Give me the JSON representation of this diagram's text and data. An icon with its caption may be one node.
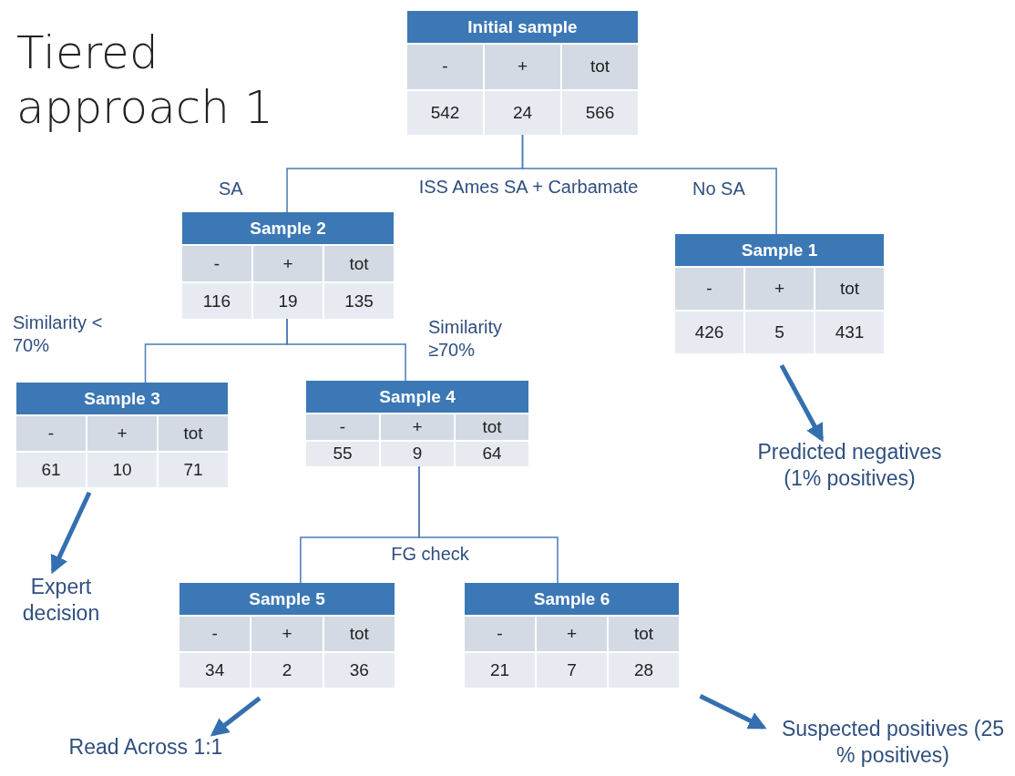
{
  "diagram": {
    "title": "Tiered approach 1",
    "nodes": [
      {
        "text": [
          "Initial sample",
          "-",
          "+",
          "tot",
          "542",
          "24",
          "566"
        ]
      },
      {
        "text": [
          "Sample 2",
          "-",
          "+",
          "tot",
          "116",
          "19",
          "135"
        ]
      },
      {
        "text": [
          "Sample 1",
          "-",
          "+",
          "tot",
          "426",
          "5",
          "431"
        ]
      },
      {
        "text": [
          "Sample 3",
          "-",
          "+",
          "tot",
          "61",
          "10",
          "71"
        ]
      },
      {
        "text": [
          "Sample 4",
          "-",
          "+",
          "tot",
          "55",
          "9",
          "64"
        ]
      },
      {
        "text": [
          "Sample 5",
          "-",
          "+",
          "tot",
          "34",
          "2",
          "36"
        ]
      },
      {
        "text": [
          "Sample 6",
          "-",
          "+",
          "tot",
          "21",
          "7",
          "28"
        ]
      },
      {
        "text": [
          "Predicted negatives (1% positives)"
        ]
      },
      {
        "text": [
          "Expert decision"
        ]
      },
      {
        "text": [
          "Read Across 1:1"
        ]
      },
      {
        "text": [
          "Suspected positives (25 % positives)"
        ]
      }
    ],
    "edges": [
      {
        "from": 0,
        "to": 1,
        "arrow": "none",
        "label": "SA"
      },
      {
        "from": 0,
        "to": 2,
        "arrow": "none",
        "label": "No SA"
      },
      {
        "from": 1,
        "to": 3,
        "arrow": "none",
        "label": "Similarity < 70%"
      },
      {
        "from": 1,
        "to": 4,
        "arrow": "none",
        "label": "Similarity ≥70%"
      },
      {
        "from": 4,
        "to": 5,
        "arrow": "none"
      },
      {
        "from": 4,
        "to": 6,
        "arrow": "none"
      },
      {
        "from": 2,
        "to": 7,
        "arrow": "to",
        "style": "thick"
      },
      {
        "from": 3,
        "to": 8,
        "arrow": "to",
        "style": "thick"
      },
      {
        "from": 5,
        "to": 9,
        "arrow": "to",
        "style": "thick"
      },
      {
        "from": 6,
        "to": 10,
        "arrow": "to",
        "style": "thick"
      }
    ],
    "labels": [
      "ISS Ames SA + Carbamate",
      "FG check"
    ]
  }
}
